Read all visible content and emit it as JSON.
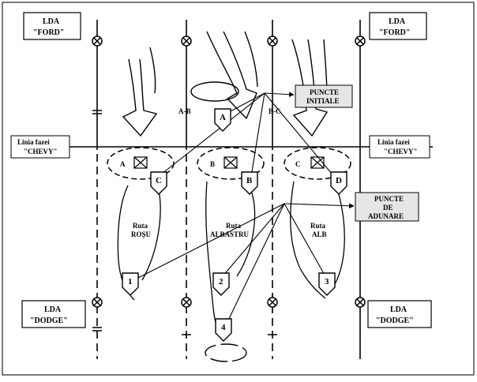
{
  "corner_labels": {
    "top_left": [
      "LDA",
      "\"FORD\""
    ],
    "top_right": [
      "LDA",
      "\"FORD\""
    ],
    "bottom_left": [
      "LDA",
      "\"DODGE\""
    ],
    "bottom_right": [
      "LDA",
      "\"DODGE\""
    ]
  },
  "phase_line": {
    "left": [
      "Linia fazei",
      "\"CHEVY\""
    ],
    "right": [
      "Linia fazei",
      "\"CHEVY\""
    ]
  },
  "boundary_labels": [
    "A-B",
    "B-C"
  ],
  "callouts": {
    "initial_points": [
      "PUNCTE",
      "INITIALE"
    ],
    "assembly_points": [
      "PUNCTE",
      "DE",
      "ADUNARE"
    ]
  },
  "objectives": [
    "A",
    "B",
    "C"
  ],
  "checkpoints": [
    "A",
    "B",
    "C",
    "D"
  ],
  "assembly_markers": [
    "1",
    "2",
    "3",
    "4"
  ],
  "routes": [
    [
      "Ruta",
      "ROȘU"
    ],
    [
      "Ruta",
      "ALBASTRU"
    ],
    [
      "Ruta",
      "ALB"
    ]
  ]
}
